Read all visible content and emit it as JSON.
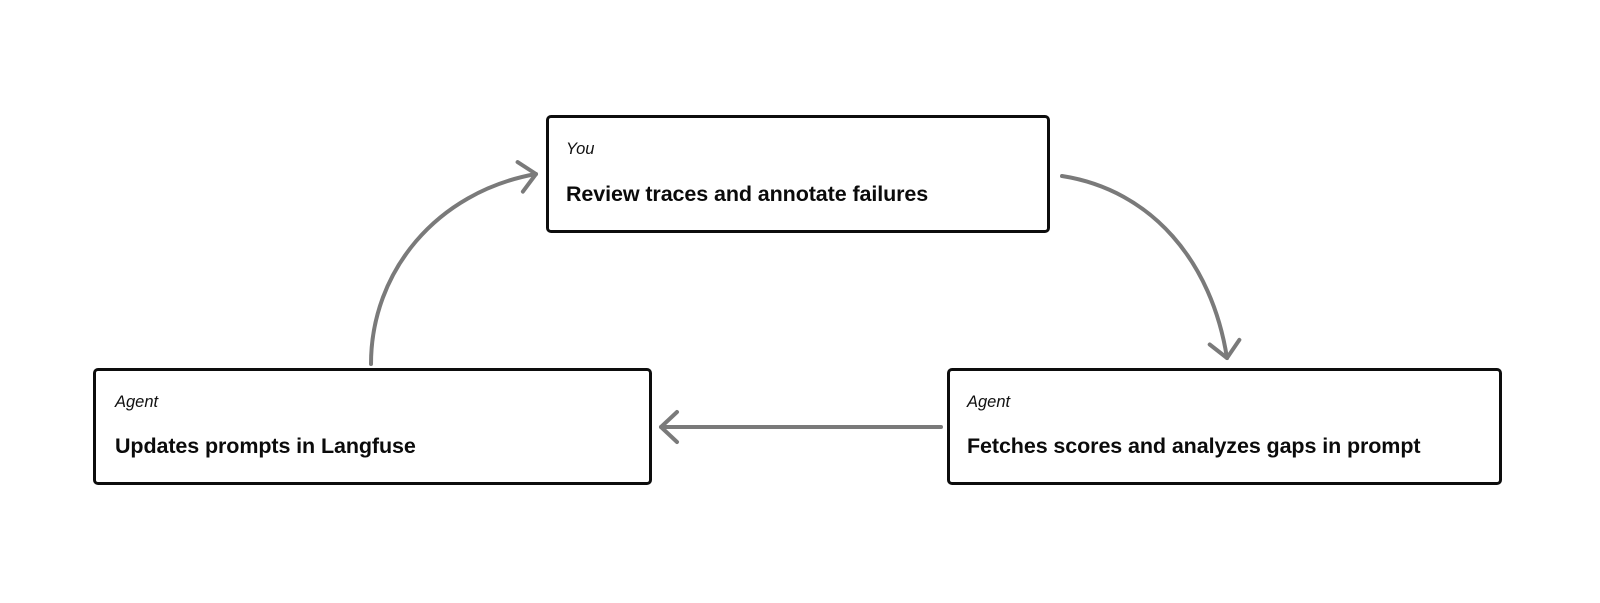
{
  "diagram": {
    "background_color": "#ffffff",
    "node_border_color": "#0d0d0d",
    "arrow_color": "#7a7a7a",
    "nodes": [
      {
        "id": "review",
        "actor": "You",
        "task": "Review traces and annotate failures"
      },
      {
        "id": "fetch",
        "actor": "Agent",
        "task": "Fetches scores and analyzes gaps in prompt"
      },
      {
        "id": "update",
        "actor": "Agent",
        "task": "Updates prompts in Langfuse"
      }
    ],
    "edges": [
      {
        "from": "update",
        "to": "review",
        "shape": "curve-up-right"
      },
      {
        "from": "review",
        "to": "fetch",
        "shape": "curve-down-right"
      },
      {
        "from": "fetch",
        "to": "update",
        "shape": "straight-left"
      }
    ]
  }
}
